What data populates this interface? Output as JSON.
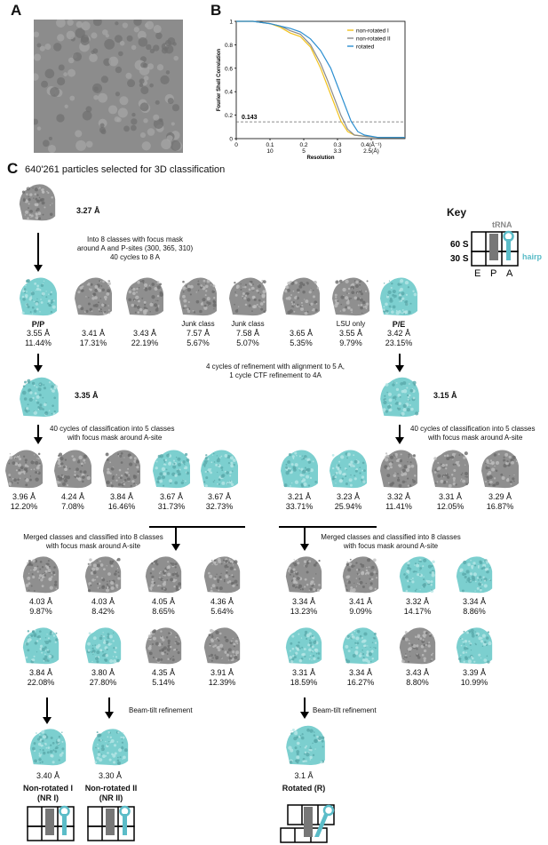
{
  "panels": {
    "a": "A",
    "b": "B",
    "c": "C"
  },
  "chart_data": {
    "type": "line",
    "title": "",
    "xlabel": "Resolution",
    "ylabel": "Fourier Shell Correlation",
    "xlim": [
      0,
      0.5
    ],
    "ylim": [
      0,
      1
    ],
    "x_ticks": [
      "0",
      "0.1",
      "0.2",
      "0.3",
      "0.4"
    ],
    "x_ticks_angstrom": [
      "10",
      "5",
      "3.3",
      "2.5"
    ],
    "x_unit_top": "(Å⁻¹)",
    "x_unit_bottom": "(Å)",
    "y_ticks": [
      "0",
      "0.2",
      "0.4",
      "0.6",
      "0.8",
      "1"
    ],
    "threshold": {
      "value": 0.143,
      "label": "0.143"
    },
    "legend_position": "top-right",
    "series": [
      {
        "name": "non-rotated I",
        "color": "#f2c21b",
        "x": [
          0,
          0.05,
          0.1,
          0.13,
          0.16,
          0.19,
          0.22,
          0.25,
          0.27,
          0.29,
          0.31,
          0.33,
          0.35,
          0.38,
          0.42,
          0.5
        ],
        "y": [
          1,
          1,
          0.98,
          0.95,
          0.9,
          0.87,
          0.78,
          0.6,
          0.45,
          0.3,
          0.15,
          0.06,
          0.03,
          0.02,
          0.01,
          0.01
        ]
      },
      {
        "name": "non-rotated II",
        "color": "#8a8a8a",
        "x": [
          0,
          0.05,
          0.1,
          0.13,
          0.16,
          0.19,
          0.22,
          0.25,
          0.27,
          0.29,
          0.31,
          0.33,
          0.35,
          0.38,
          0.42,
          0.5
        ],
        "y": [
          1,
          1,
          0.98,
          0.96,
          0.92,
          0.89,
          0.8,
          0.64,
          0.5,
          0.35,
          0.2,
          0.08,
          0.03,
          0.02,
          0.01,
          0.01
        ]
      },
      {
        "name": "rotated",
        "color": "#2c8fd1",
        "x": [
          0,
          0.05,
          0.1,
          0.13,
          0.16,
          0.19,
          0.22,
          0.25,
          0.28,
          0.3,
          0.32,
          0.34,
          0.36,
          0.38,
          0.42,
          0.5
        ],
        "y": [
          1,
          1,
          0.98,
          0.96,
          0.94,
          0.91,
          0.85,
          0.75,
          0.6,
          0.45,
          0.3,
          0.15,
          0.06,
          0.03,
          0.01,
          0.01
        ]
      }
    ]
  },
  "colors": {
    "grey_map": "#8f8f8f",
    "cyan_map": "#7ccfcf",
    "cyan_tRNA": "#5bbcc8",
    "grey_tRNA": "#777777"
  },
  "c": {
    "header": "640'261 particles selected for 3D classification",
    "start_res": "3.27 Å",
    "step1": [
      "Into 8 classes with focus mask",
      "around A and P-sites (300, 365, 310)",
      "40 cycles to 8 A"
    ],
    "row1": [
      {
        "title": "P/P",
        "res": "3.55 Å",
        "pct": "11.44%",
        "color": "cyan"
      },
      {
        "title": "",
        "res": "3.41 Å",
        "pct": "17.31%",
        "color": "grey"
      },
      {
        "title": "",
        "res": "3.43 Å",
        "pct": "22.19%",
        "color": "grey"
      },
      {
        "title": "Junk class",
        "res": "7.57 Å",
        "pct": "5.67%",
        "color": "grey"
      },
      {
        "title": "Junk class",
        "res": "7.58 Å",
        "pct": "5.07%",
        "color": "grey"
      },
      {
        "title": "",
        "res": "3.65 Å",
        "pct": "5.35%",
        "color": "grey"
      },
      {
        "title": "LSU only",
        "res": "3.55 Å",
        "pct": "9.79%",
        "color": "grey"
      },
      {
        "title": "P/E",
        "res": "3.42 Å",
        "pct": "23.15%",
        "color": "cyan"
      }
    ],
    "refine_note": [
      "4 cycles of refinement with alignment  to 5 A,",
      "1 cycle CTF refinement to 4A"
    ],
    "left_refined": "3.35 Å",
    "right_refined": "3.15 Å",
    "step_left": [
      "40 cycles of classification into 5 classes",
      "with focus mask around A-site"
    ],
    "step_right": [
      "40 cycles of classification into 5 classes",
      "with focus mask around A-site"
    ],
    "row2": [
      {
        "res": "3.96 Å",
        "pct": "12.20%",
        "color": "grey"
      },
      {
        "res": "4.24 Å",
        "pct": "7.08%",
        "color": "grey"
      },
      {
        "res": "3.84 Å",
        "pct": "16.46%",
        "color": "grey"
      },
      {
        "res": "3.67 Å",
        "pct": "31.73%",
        "color": "cyan"
      },
      {
        "res": "3.67 Å",
        "pct": "32.73%",
        "color": "cyan"
      },
      {
        "res": "3.21 Å",
        "pct": "33.71%",
        "color": "cyan"
      },
      {
        "res": "3.23 Å",
        "pct": "25.94%",
        "color": "cyan"
      },
      {
        "res": "3.32 Å",
        "pct": "11.41%",
        "color": "grey"
      },
      {
        "res": "3.31 Å",
        "pct": "12.05%",
        "color": "grey"
      },
      {
        "res": "3.29 Å",
        "pct": "16.87%",
        "color": "grey"
      }
    ],
    "merge_left": [
      "Merged classes and classified into 8 classes",
      "with focus mask around A-site"
    ],
    "merge_right": [
      "Merged classes and classified into 8 classes",
      "with focus mask around A-site"
    ],
    "left_grid": [
      {
        "res": "4.03 Å",
        "pct": "9.87%",
        "color": "grey"
      },
      {
        "res": "4.03 Å",
        "pct": "8.42%",
        "color": "grey"
      },
      {
        "res": "4.05 Å",
        "pct": "8.65%",
        "color": "grey"
      },
      {
        "res": "4.36 Å",
        "pct": "5.64%",
        "color": "grey"
      },
      {
        "res": "3.84 Å",
        "pct": "22.08%",
        "color": "cyan"
      },
      {
        "res": "3.80 Å",
        "pct": "27.80%",
        "color": "cyan"
      },
      {
        "res": "4.35 Å",
        "pct": "5.14%",
        "color": "grey"
      },
      {
        "res": "3.91 Å",
        "pct": "12.39%",
        "color": "grey"
      }
    ],
    "right_grid": [
      {
        "res": "3.34 Å",
        "pct": "13.23%",
        "color": "grey"
      },
      {
        "res": "3.41 Å",
        "pct": "9.09%",
        "color": "grey"
      },
      {
        "res": "3.32 Å",
        "pct": "14.17%",
        "color": "cyan"
      },
      {
        "res": "3.34 Å",
        "pct": "8.86%",
        "color": "cyan"
      },
      {
        "res": "3.31 Å",
        "pct": "18.59%",
        "color": "cyan"
      },
      {
        "res": "3.34 Å",
        "pct": "16.27%",
        "color": "cyan"
      },
      {
        "res": "3.43 Å",
        "pct": "8.80%",
        "color": "grey"
      },
      {
        "res": "3.39 Å",
        "pct": "10.99%",
        "color": "cyan"
      }
    ],
    "beam_tilt": "Beam-tilt refinement",
    "beam_tilt_right": "Beam-tilt refinement",
    "finals": [
      {
        "res": "3.40 Å",
        "name1": "Non-rotated I",
        "name2": "(NR I)"
      },
      {
        "res": "3.30 Å",
        "name1": "Non-rotated II",
        "name2": "(NR II)"
      },
      {
        "res": "3.1 Å",
        "name1": "Rotated (R)",
        "name2": ""
      }
    ]
  },
  "key": {
    "title": "Key",
    "trna": "tRNA",
    "s60": "60 S",
    "s30": "30 S",
    "e": "E",
    "p": "P",
    "a": "A",
    "hairpin": "hairpin"
  }
}
